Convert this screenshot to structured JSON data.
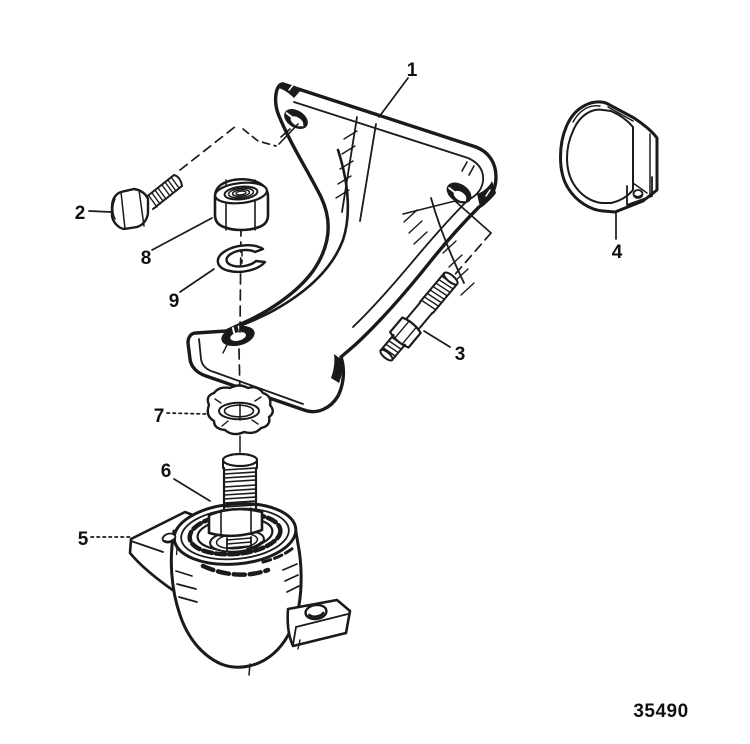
{
  "figure": {
    "drawing_number": "35490"
  },
  "callouts": [
    {
      "label": "1"
    },
    {
      "label": "2"
    },
    {
      "label": "3"
    },
    {
      "label": "4"
    },
    {
      "label": "5"
    },
    {
      "label": "6"
    },
    {
      "label": "7"
    },
    {
      "label": "8"
    },
    {
      "label": "9"
    }
  ],
  "colors": {
    "ink": "#1a1a1a",
    "paper": "#ffffff"
  }
}
